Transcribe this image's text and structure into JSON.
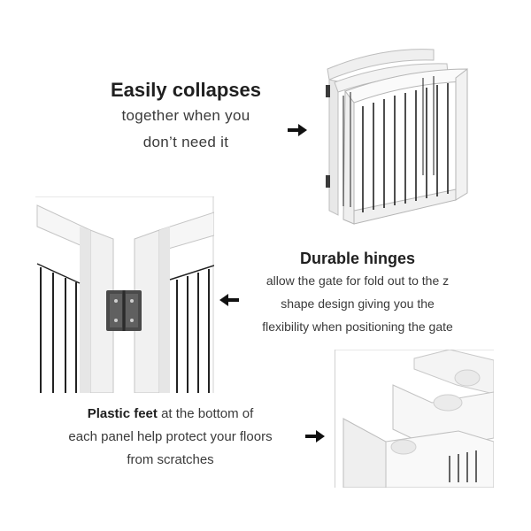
{
  "sections": {
    "collapse": {
      "title": "Easily collapses",
      "lines": [
        "together when you",
        "don’t need it"
      ]
    },
    "hinges": {
      "title": "Durable hinges",
      "lines": [
        "allow the gate for fold out to the z",
        "shape design giving you the",
        "flexibility when positioning the gate"
      ]
    },
    "feet": {
      "title": "Plastic feet",
      "first_line_rest": " at the bottom of",
      "lines": [
        "each panel help protect your floors",
        "from scratches"
      ]
    }
  },
  "icons": {
    "arrow_right_1": "arrow-right-icon",
    "arrow_left": "arrow-left-icon",
    "arrow_right_2": "arrow-right-icon"
  },
  "colors": {
    "frame_white": "#f4f4f4",
    "bar_black": "#222222",
    "hinge": "#3a3a3a",
    "text": "#3a3a3a"
  }
}
